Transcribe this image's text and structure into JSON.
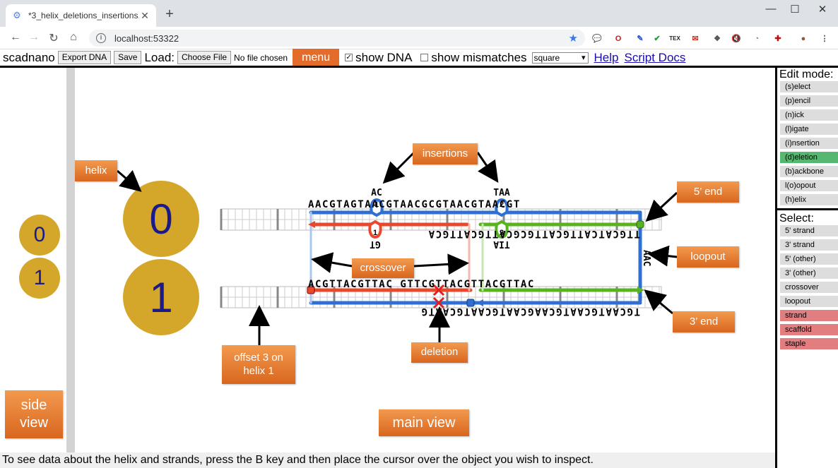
{
  "browser": {
    "tab_title": "*3_helix_deletions_insertions.dna",
    "url": "localhost:53322",
    "window_controls": [
      "—",
      "☐",
      "✕"
    ],
    "extensions": [
      {
        "name": "chat-ext-icon",
        "glyph": "💬",
        "color": "#3b78e7"
      },
      {
        "name": "opera-ext-icon",
        "glyph": "O",
        "color": "#d01717"
      },
      {
        "name": "pen-ext-icon",
        "glyph": "✎",
        "color": "#2a58c9"
      },
      {
        "name": "check-ext-icon",
        "glyph": "✔",
        "color": "#1e9a35"
      },
      {
        "name": "tex-ext-icon",
        "glyph": "TEX",
        "color": "#222"
      },
      {
        "name": "mail-ext-icon",
        "glyph": "✉",
        "color": "#d93025"
      },
      {
        "name": "dropbox-ext-icon",
        "glyph": "❖",
        "color": "#555"
      },
      {
        "name": "mute-ext-icon",
        "glyph": "🔇",
        "color": "#333"
      },
      {
        "name": "clock-ext-icon",
        "glyph": "◔",
        "color": "#888"
      },
      {
        "name": "puzzle-ext-icon",
        "glyph": "✚",
        "color": "#b11"
      },
      {
        "name": "profile-avatar-icon",
        "glyph": "●",
        "color": "#8a5a3a"
      }
    ]
  },
  "toolbar": {
    "brand": "scadnano",
    "export_dna": "Export DNA",
    "save": "Save",
    "load_label": "Load:",
    "choose_file": "Choose File",
    "no_file": "No file chosen",
    "menu": "menu",
    "show_dna": "show DNA",
    "show_mismatches": "show mismatches",
    "grid_select": "square",
    "help": "Help",
    "script_docs": "Script Docs"
  },
  "side_view": {
    "helix_labels": [
      "0",
      "1"
    ],
    "big_labels": [
      "0",
      "1"
    ]
  },
  "callouts": {
    "helix": "helix",
    "insertions": "insertions",
    "five_end": "5’ end",
    "loopout": "loopout",
    "crossover": "crossover",
    "three_end": "3’ end",
    "offset": "offset 3 on helix 1",
    "deletion": "deletion",
    "side_view": "side view",
    "main_view": "main view"
  },
  "sequences": {
    "h0_top": "AACGTAGTAACGTAACGCGTAACGTAACGT",
    "h0_bottom": "TTGCATCATTGCATTGCGCATTGCATTGCA",
    "h1_top": "ACGTTACGTTAC GTTCGTTACGTTACGTTAC",
    "h1_bottom": "TGCAATGCAATGCAAGCAATGCAATGCAATG",
    "ins1_seq": "AC",
    "ins1_count": "1",
    "ins2_seq": "TAA",
    "ins2_count": "2",
    "ins3_seq": "GT",
    "ins3_count": "1",
    "ins4_seq": "TIA",
    "ins4_count": "2",
    "loopout_seq": "AAC"
  },
  "colors": {
    "blue": "#2f6fd1",
    "red": "#e8492c",
    "green": "#59b320",
    "helix_fill": "#d4a62a",
    "callout": "#e2722c"
  },
  "edit_mode": {
    "title": "Edit mode:",
    "items": [
      {
        "label": "(s)elect",
        "active": false
      },
      {
        "label": "(p)encil",
        "active": false
      },
      {
        "label": "(n)ick",
        "active": false
      },
      {
        "label": "(l)igate",
        "active": false
      },
      {
        "label": "(i)nsertion",
        "active": false
      },
      {
        "label": "(d)eletion",
        "active": true
      },
      {
        "label": "(b)ackbone",
        "active": false
      },
      {
        "label": "l(o)opout",
        "active": false
      },
      {
        "label": "(h)elix",
        "active": false
      }
    ]
  },
  "select": {
    "title": "Select:",
    "items": [
      {
        "label": "5' strand",
        "red": false
      },
      {
        "label": "3' strand",
        "red": false
      },
      {
        "label": "5' (other)",
        "red": false
      },
      {
        "label": "3' (other)",
        "red": false
      },
      {
        "label": "crossover",
        "red": false
      },
      {
        "label": "loopout",
        "red": false
      },
      {
        "label": "strand",
        "red": true
      },
      {
        "label": "scaffold",
        "red": true
      },
      {
        "label": "staple",
        "red": true
      }
    ]
  },
  "status": "To see data about the helix and strands, press the B key and then place the cursor over the object you wish to inspect."
}
